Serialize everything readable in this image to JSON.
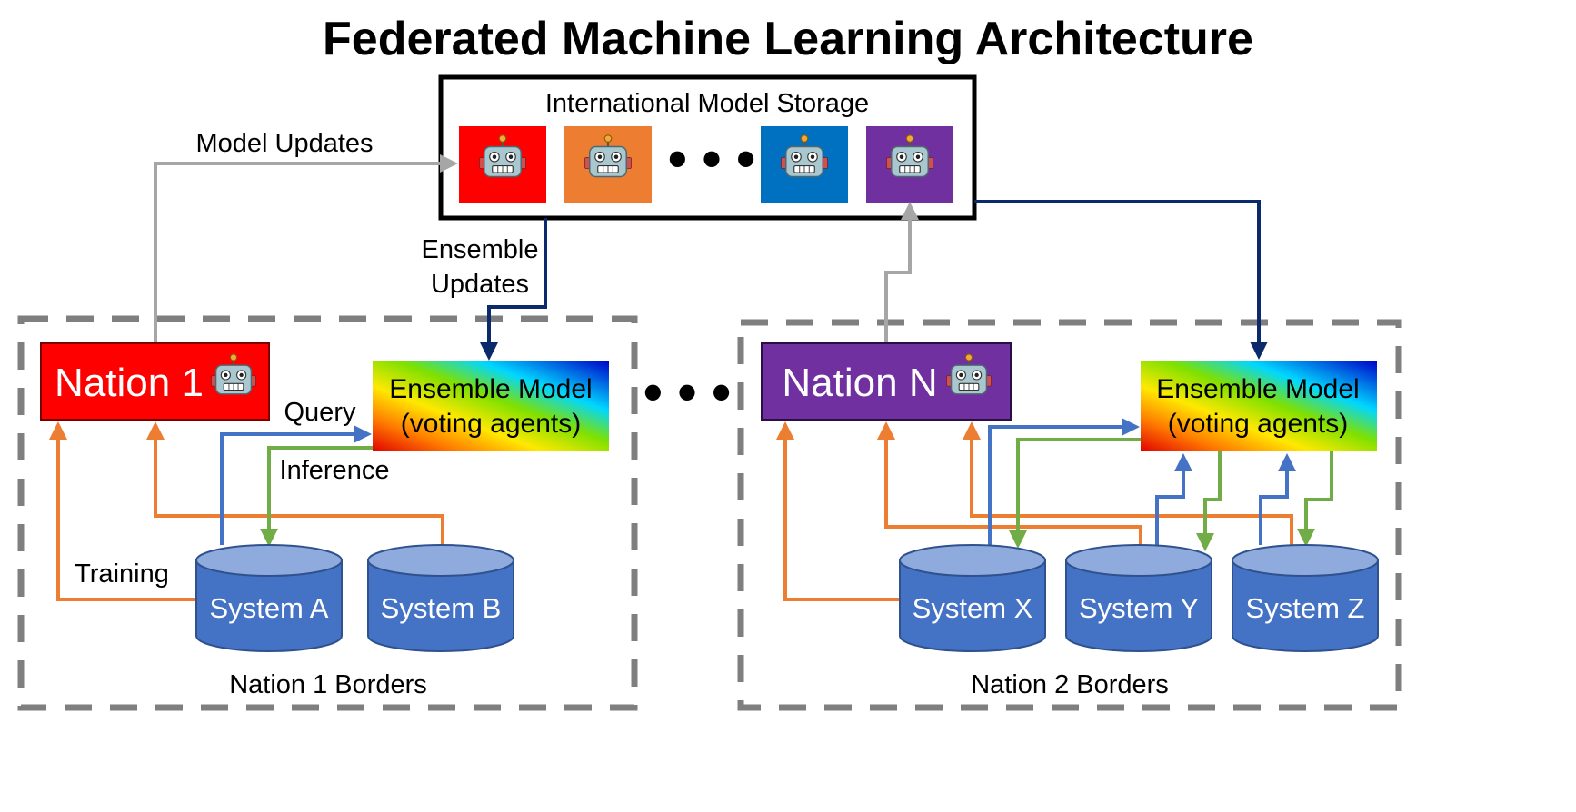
{
  "title": "Federated Machine Learning Architecture",
  "storage": {
    "label": "International Model Storage",
    "ellipsis": "• • •",
    "robot_colors": [
      "#ff0000",
      "#ed7d31",
      "#0070c0",
      "#7030a0"
    ]
  },
  "edges": {
    "model_updates": "Model Updates",
    "ensemble_updates_line1": "Ensemble",
    "ensemble_updates_line2": "Updates",
    "query": "Query",
    "inference": "Inference",
    "training": "Training"
  },
  "middle_ellipsis": "• • •",
  "nation1": {
    "name": "Nation 1",
    "color": "#ff0000",
    "ensemble_line1": "Ensemble Model",
    "ensemble_line2": "(voting agents)",
    "systems": [
      "System A",
      "System B"
    ],
    "border_label": "Nation 1 Borders"
  },
  "nationN": {
    "name": "Nation N",
    "color": "#7030a0",
    "ensemble_line1": "Ensemble Model",
    "ensemble_line2": "(voting agents)",
    "systems": [
      "System X",
      "System Y",
      "System Z"
    ],
    "border_label": "Nation 2 Borders"
  },
  "colors": {
    "training": "#ed7d31",
    "query": "#4472c4",
    "inference": "#70ad47",
    "model_updates": "#a6a6a6",
    "ensemble_updates": "#0b2a6b",
    "cylinder": "#4472c4",
    "border": "#7f7f7f"
  },
  "icons": [
    "robot-icon",
    "database-icon"
  ]
}
